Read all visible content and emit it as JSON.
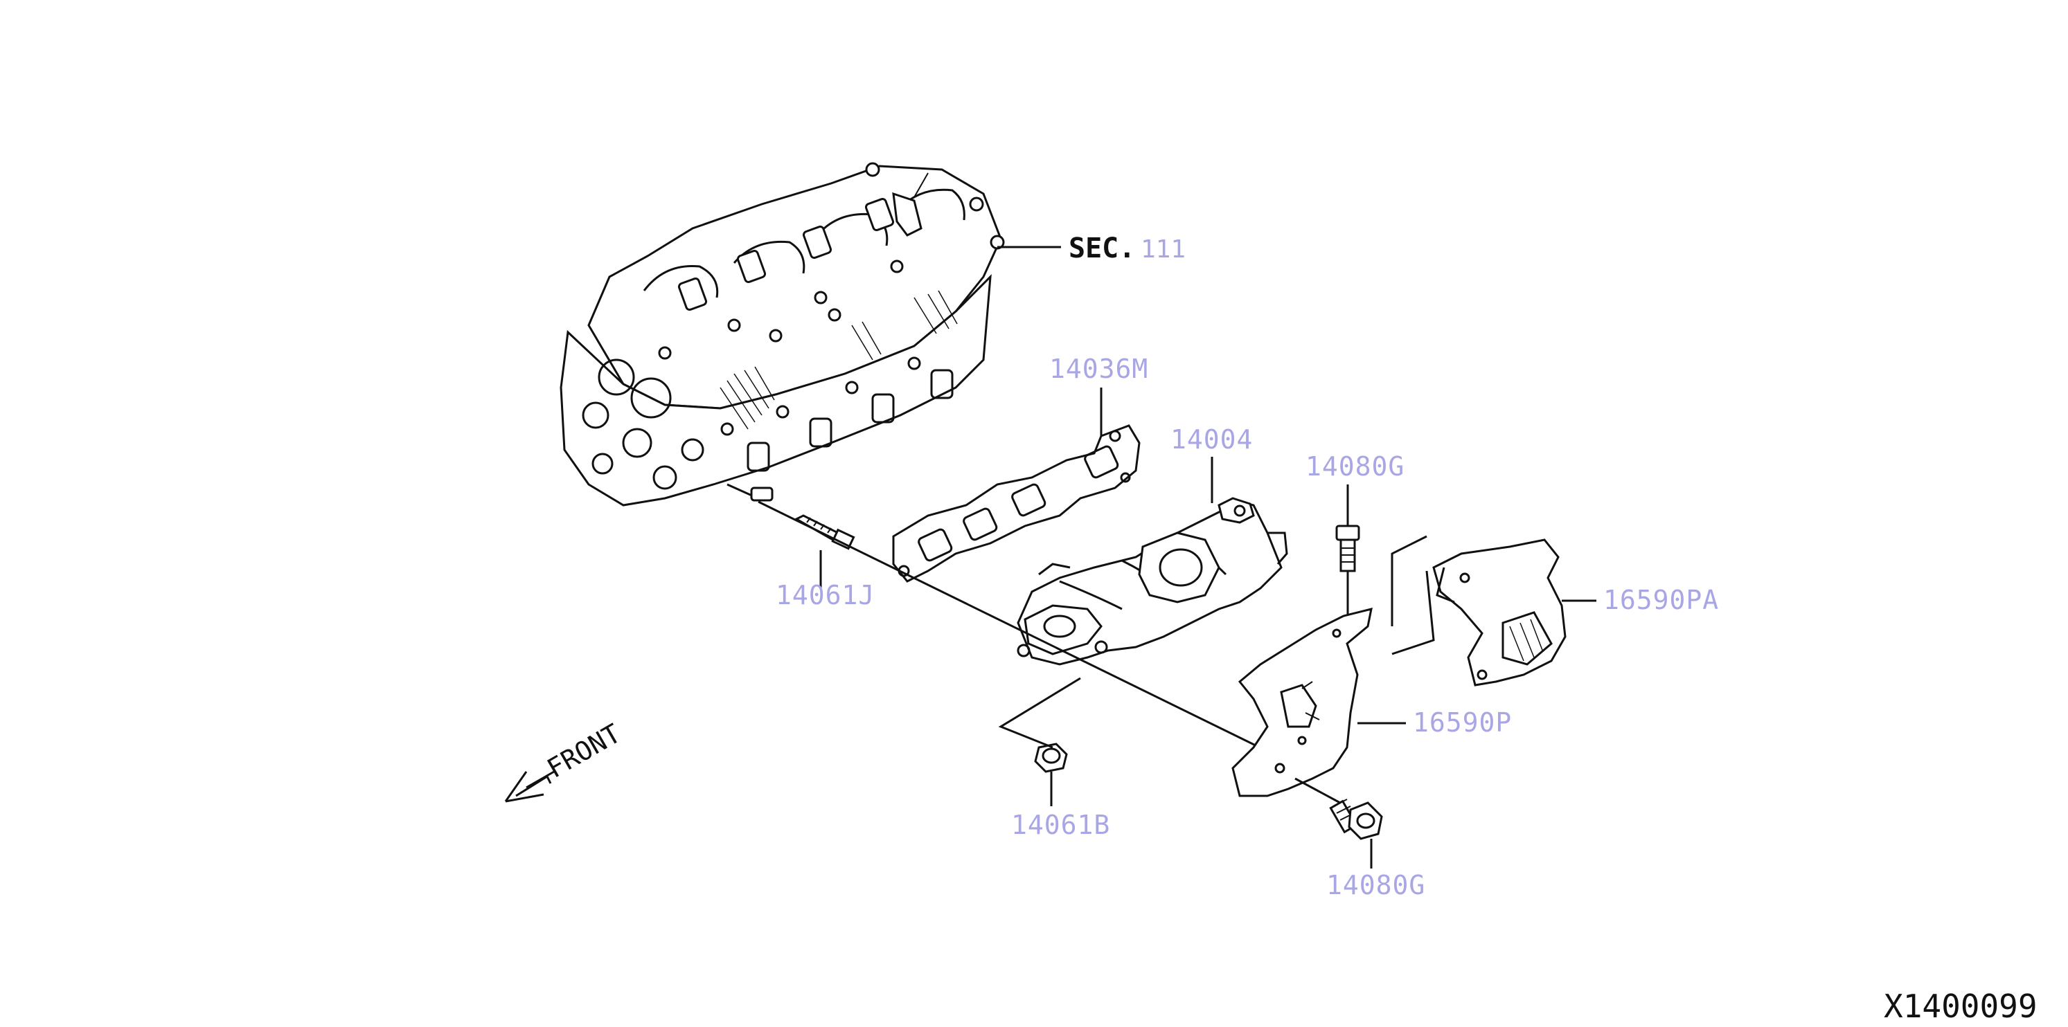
{
  "diagram": {
    "code": "X1400099",
    "front_label": "FRONT",
    "section_ref": {
      "prefix": "SEC.",
      "number": "111"
    },
    "parts": {
      "gasket": "14036M",
      "manifold": "14004",
      "stud": "14061J",
      "nut": "14061B",
      "bolt_upper": "14080G",
      "bolt_lower": "14080G",
      "heat_shield_upper": "16590PA",
      "heat_shield_lower": "16590P"
    }
  }
}
